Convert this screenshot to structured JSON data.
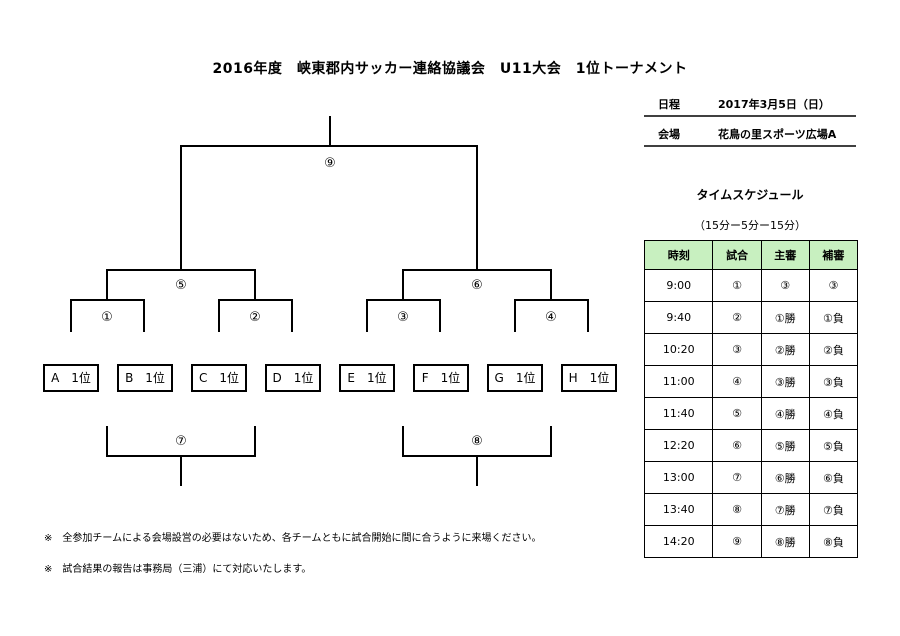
{
  "title": "2016年度　峡東郡内サッカー連絡協議会　U11大会　1位トーナメント",
  "info": {
    "date_label": "日程",
    "date_value": "2017年3月5日（日）",
    "venue_label": "会場",
    "venue_value": "花鳥の里スポーツ広場A"
  },
  "bracket": {
    "final": "⑨",
    "semis": [
      "⑤",
      "⑥"
    ],
    "quarters": [
      "①",
      "②",
      "③",
      "④"
    ],
    "consolation": [
      "⑦",
      "⑧"
    ],
    "teams": [
      "A　1位",
      "B　1位",
      "C　1位",
      "D　1位",
      "E　1位",
      "F　1位",
      "G　1位",
      "H　1位"
    ]
  },
  "schedule": {
    "title": "タイムスケジュール",
    "subtitle": "（15分ー5分ー15分）",
    "headers": [
      "時刻",
      "試合",
      "主審",
      "補審"
    ],
    "rows": [
      [
        "9:00",
        "①",
        "③",
        "③"
      ],
      [
        "9:40",
        "②",
        "①勝",
        "①負"
      ],
      [
        "10:20",
        "③",
        "②勝",
        "②負"
      ],
      [
        "11:00",
        "④",
        "③勝",
        "③負"
      ],
      [
        "11:40",
        "⑤",
        "④勝",
        "④負"
      ],
      [
        "12:20",
        "⑥",
        "⑤勝",
        "⑤負"
      ],
      [
        "13:00",
        "⑦",
        "⑥勝",
        "⑥負"
      ],
      [
        "13:40",
        "⑧",
        "⑦勝",
        "⑦負"
      ],
      [
        "14:20",
        "⑨",
        "⑧勝",
        "⑧負"
      ]
    ]
  },
  "notes": [
    "※　全参加チームによる会場設営の必要はないため、各チームともに試合開始に間に合うように来場ください。",
    "※　試合結果の報告は事務局（三浦）にて対応いたします。"
  ]
}
